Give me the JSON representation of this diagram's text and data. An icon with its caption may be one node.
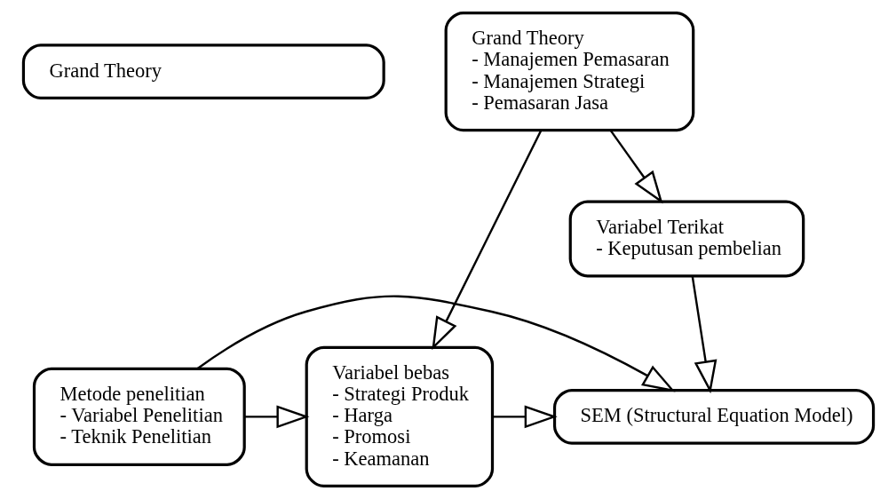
{
  "diagram": {
    "nodes": [
      {
        "text": [
          "Grand Theory"
        ]
      },
      {
        "text": [
          "Grand Theory",
          "- Manajemen Pemasaran",
          "- Manajemen Strategi",
          "- Pemasaran Jasa"
        ]
      },
      {
        "text": [
          "Variabel Terikat",
          "- Keputusan pembelian"
        ]
      },
      {
        "text": [
          "SEM (Structural Equation Model)"
        ]
      },
      {
        "text": [
          "Metode penelitian",
          "- Variabel Penelitian",
          "- Teknik Penelitian"
        ]
      },
      {
        "text": [
          "Variabel bebas",
          "- Strategi Produk",
          "- Harga",
          "- Promosi",
          "- Keamanan"
        ]
      }
    ],
    "edges": [
      {
        "from": 1,
        "to": 2,
        "arrow": "to"
      },
      {
        "from": 1,
        "to": 5,
        "arrow": "to"
      },
      {
        "from": 2,
        "to": 3,
        "arrow": "to"
      },
      {
        "from": 4,
        "to": 3,
        "arrow": "to"
      },
      {
        "from": 5,
        "to": 3,
        "arrow": "to"
      },
      {
        "from": 4,
        "to": 5,
        "arrow": "to"
      }
    ]
  }
}
